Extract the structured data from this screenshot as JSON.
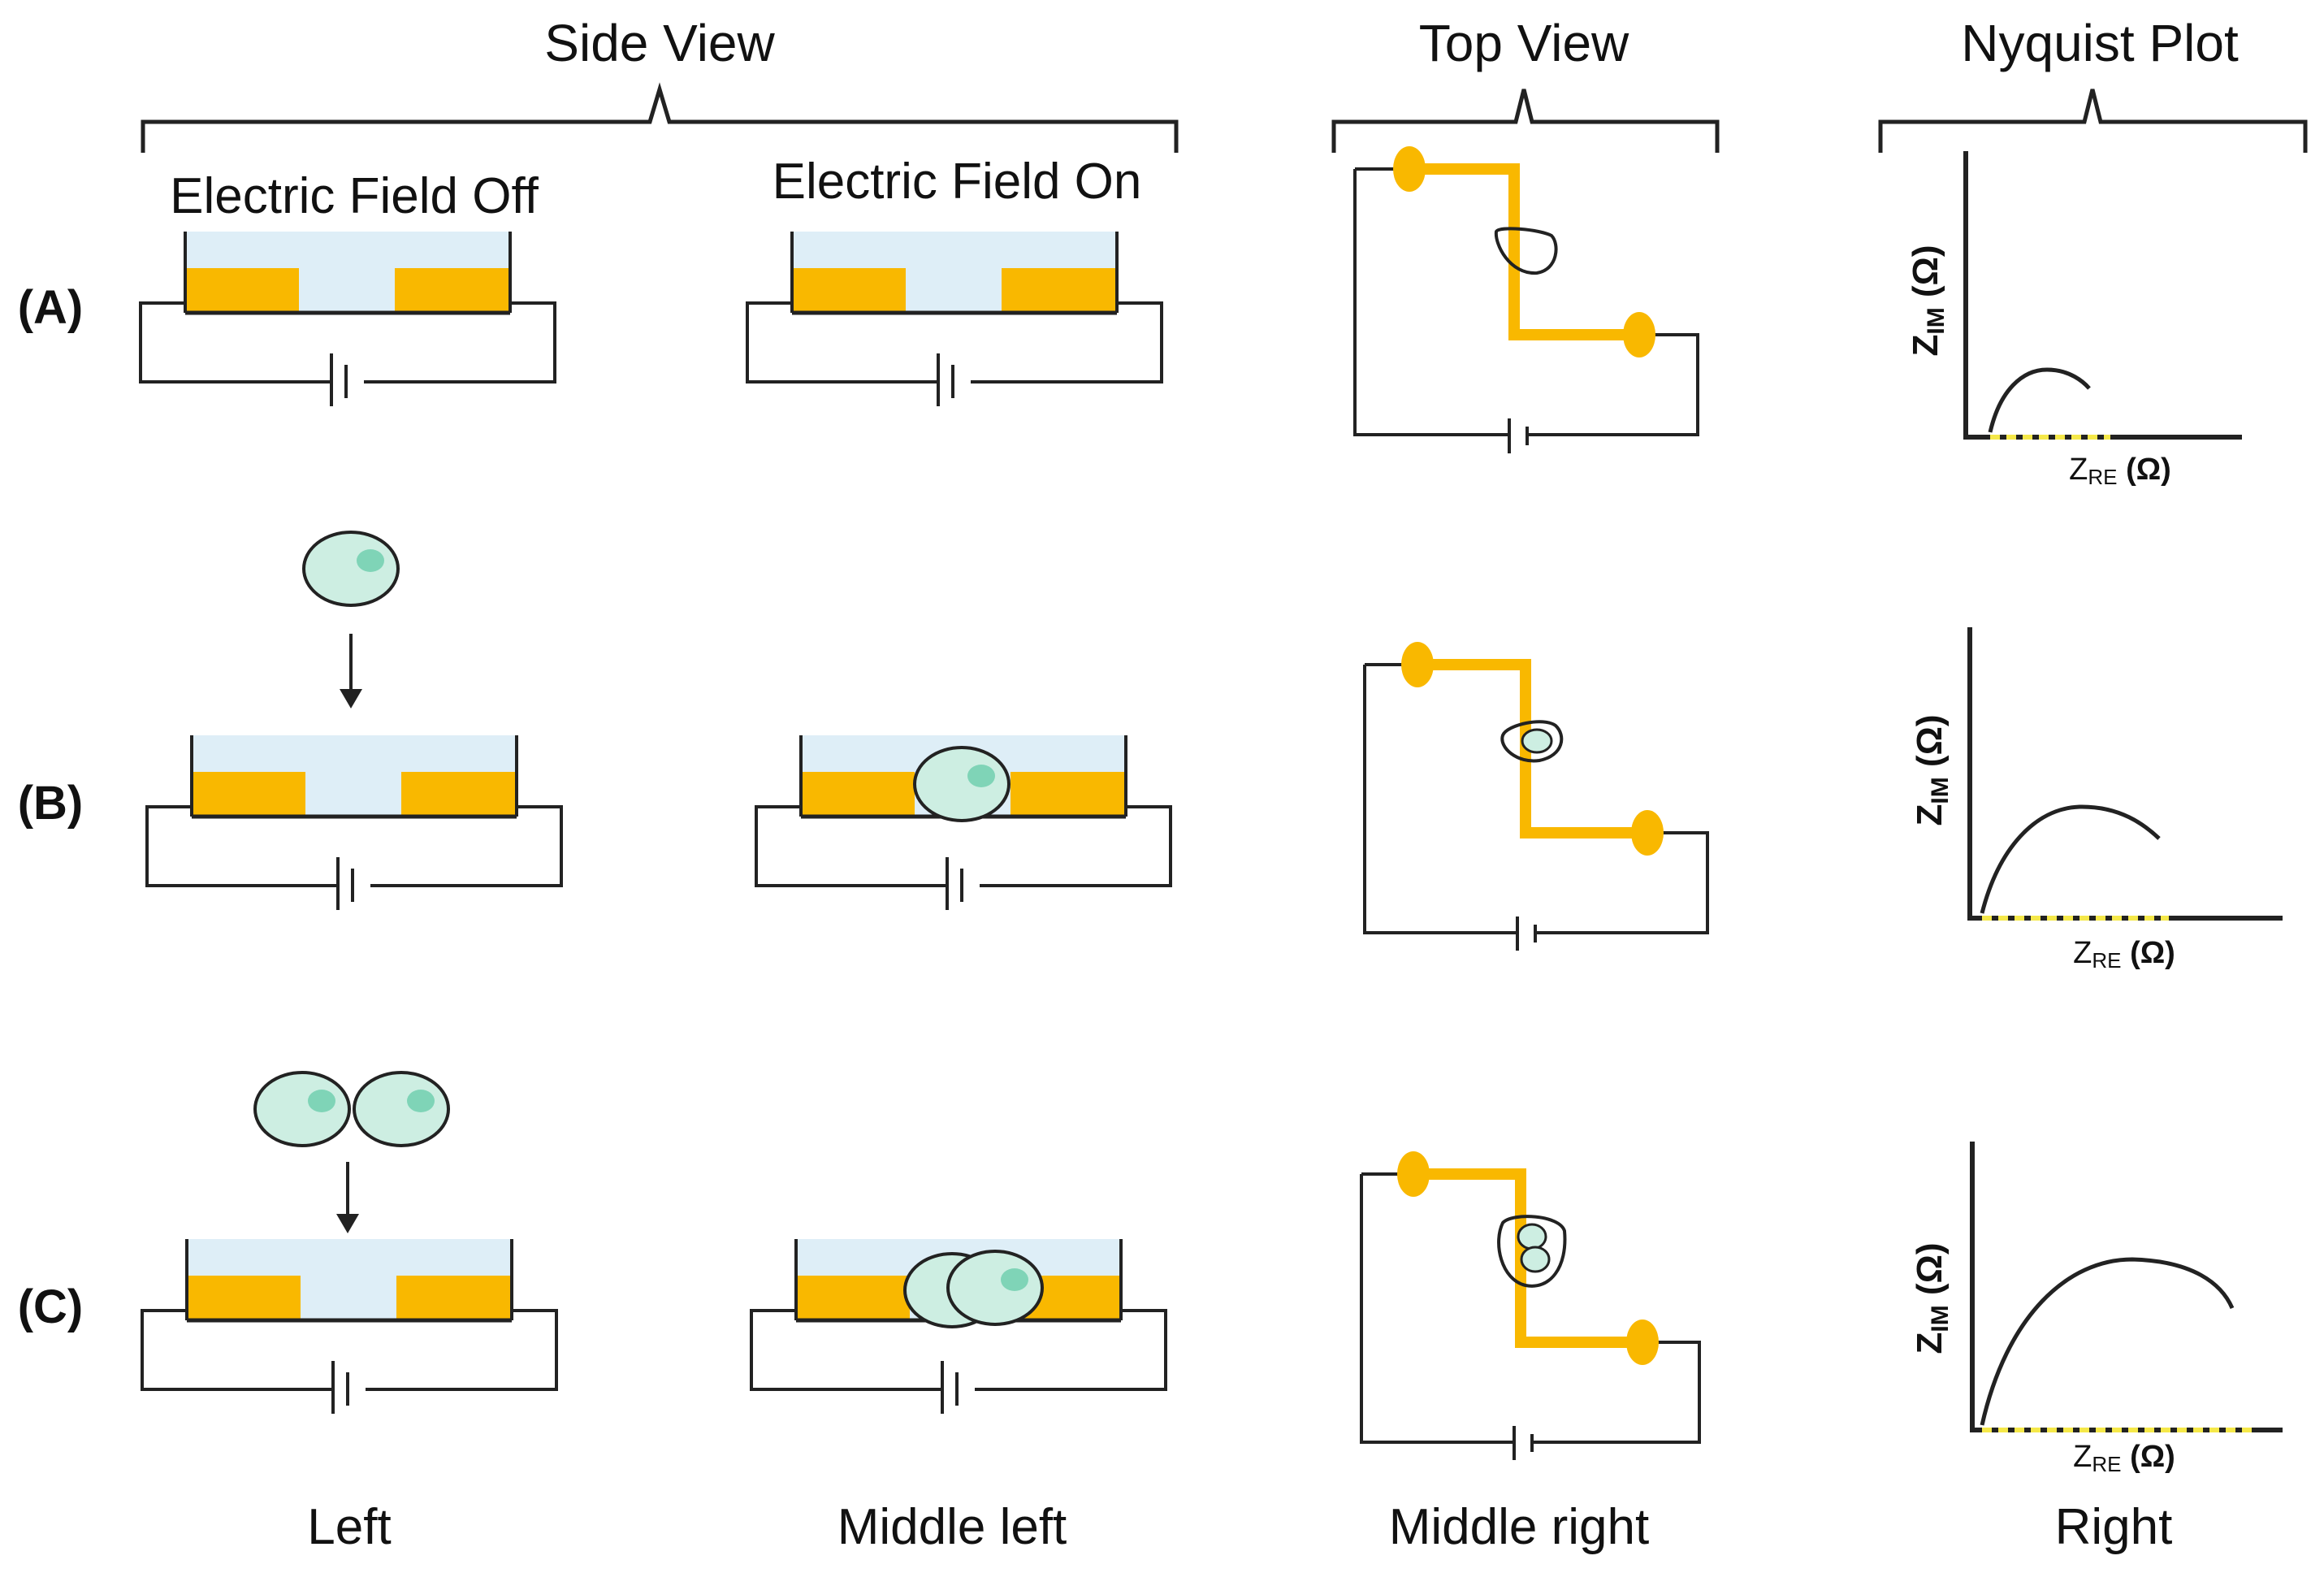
{
  "headers": {
    "side_view": "Side View",
    "top_view": "Top View",
    "nyquist_plot": "Nyquist Plot"
  },
  "side_subheaders": {
    "field_off": "Electric Field Off",
    "field_on": "Electric Field On"
  },
  "rows": [
    {
      "label": "(A)",
      "cells": 0
    },
    {
      "label": "(B)",
      "cells": 1
    },
    {
      "label": "(C)",
      "cells": 2
    }
  ],
  "columns": {
    "left": "Left",
    "middle_left": "Middle left",
    "middle_right": "Middle right",
    "right": "Right"
  },
  "nyquist_axes": {
    "y_main": "Z",
    "y_sub": "IM",
    "x_main": "Z",
    "x_sub": "RE",
    "unit": "(Ω)"
  },
  "colors": {
    "electrode": "#f9b800",
    "medium": "#deeef7",
    "cell_fill": "#cdeee2",
    "nucleus": "#7fd4b7",
    "baseline_dash": "#f5e84a",
    "line": "#222222"
  }
}
